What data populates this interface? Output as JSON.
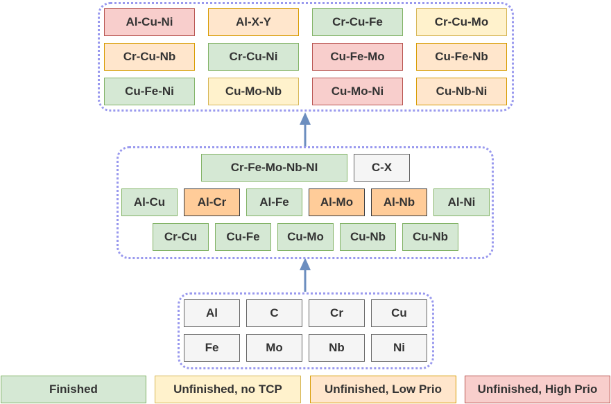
{
  "colors": {
    "finished": "#d5e8d4",
    "unfinished_no_tcp": "#fff2cc",
    "unfinished_low_prio": "#ffe6cc",
    "unfinished_high_prio": "#f8cecc",
    "accent_orange": "#ffcc99",
    "neutral": "#f5f5f5",
    "group_border": "#9999ee",
    "arrow": "#6c8ebf"
  },
  "ternary": {
    "items": [
      {
        "label": "Al-Cu-Ni",
        "status": "high"
      },
      {
        "label": "Al-X-Y",
        "status": "low"
      },
      {
        "label": "Cr-Cu-Fe",
        "status": "finished"
      },
      {
        "label": "Cr-Cu-Mo",
        "status": "notcp"
      },
      {
        "label": "Cr-Cu-Nb",
        "status": "low"
      },
      {
        "label": "Cr-Cu-Ni",
        "status": "finished"
      },
      {
        "label": "Cu-Fe-Mo",
        "status": "high"
      },
      {
        "label": "Cu-Fe-Nb",
        "status": "low"
      },
      {
        "label": "Cu-Fe-Ni",
        "status": "finished"
      },
      {
        "label": "Cu-Mo-Nb",
        "status": "notcp"
      },
      {
        "label": "Cu-Mo-Ni",
        "status": "high"
      },
      {
        "label": "Cu-Nb-Ni",
        "status": "low"
      }
    ]
  },
  "binary": {
    "row1": [
      {
        "label": "Cr-Fe-Mo-Nb-NI",
        "status": "finished"
      },
      {
        "label": "C-X",
        "status": "gray"
      }
    ],
    "row2": [
      {
        "label": "Al-Cu",
        "status": "finished"
      },
      {
        "label": "Al-Cr",
        "status": "orange"
      },
      {
        "label": "Al-Fe",
        "status": "finished"
      },
      {
        "label": "Al-Mo",
        "status": "orange"
      },
      {
        "label": "Al-Nb",
        "status": "orange"
      },
      {
        "label": "Al-Ni",
        "status": "finished"
      }
    ],
    "row3": [
      {
        "label": "Cr-Cu",
        "status": "finished"
      },
      {
        "label": "Cu-Fe",
        "status": "finished"
      },
      {
        "label": "Cu-Mo",
        "status": "finished"
      },
      {
        "label": "Cu-Nb",
        "status": "finished"
      },
      {
        "label": "Cu-Nb",
        "status": "finished"
      }
    ]
  },
  "elements": {
    "items": [
      "Al",
      "C",
      "Cr",
      "Cu",
      "Fe",
      "Mo",
      "Nb",
      "Ni"
    ]
  },
  "legend": {
    "finished": "Finished",
    "no_tcp": "Unfinished, no TCP",
    "low_prio": "Unfinished, Low Prio",
    "high_prio": "Unfinished, High Prio"
  }
}
